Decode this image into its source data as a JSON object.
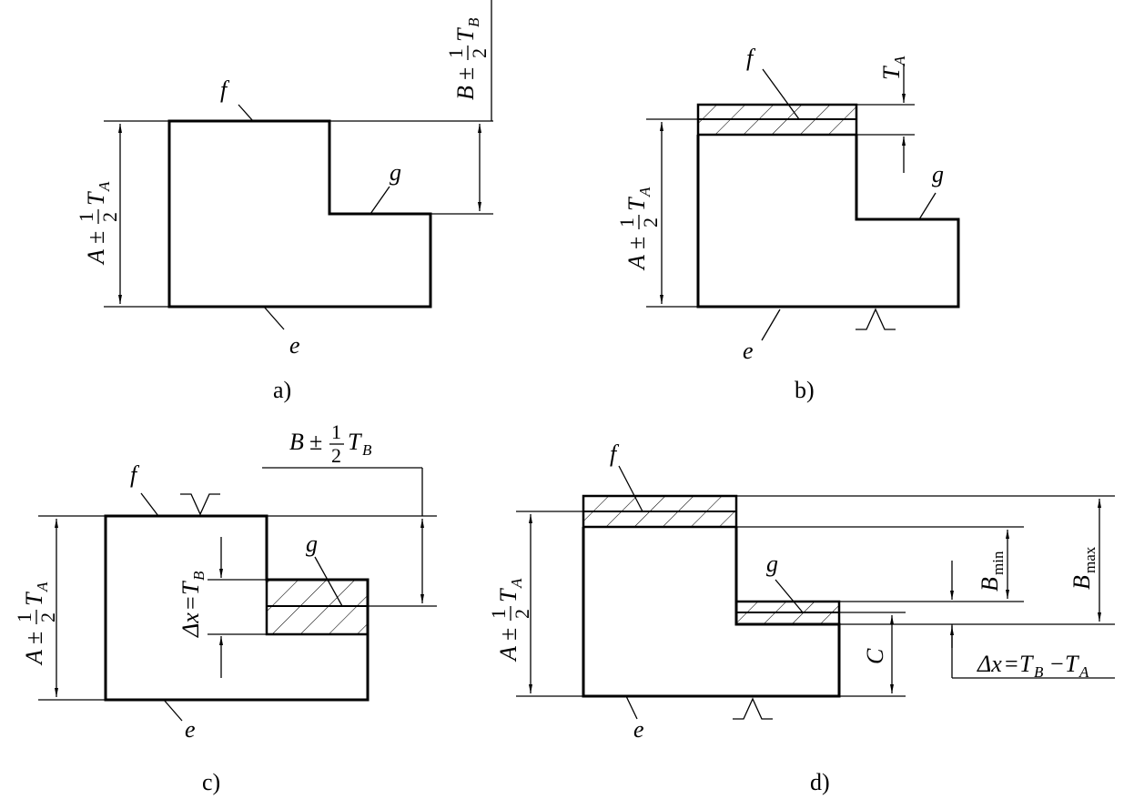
{
  "captions": {
    "a": "a)",
    "b": "b)",
    "c": "c)",
    "d": "d)"
  },
  "surfaces": {
    "f": "f",
    "g": "g",
    "e": "e"
  },
  "dims": {
    "A": "A",
    "B": "B",
    "T": "T",
    "pm": "±",
    "one": "1",
    "two": "2",
    "subA": "A",
    "subB": "B",
    "dx_lhs": "Δx",
    "eq": "=",
    "minus": "−",
    "C": "C",
    "min": "min",
    "max": "max"
  }
}
